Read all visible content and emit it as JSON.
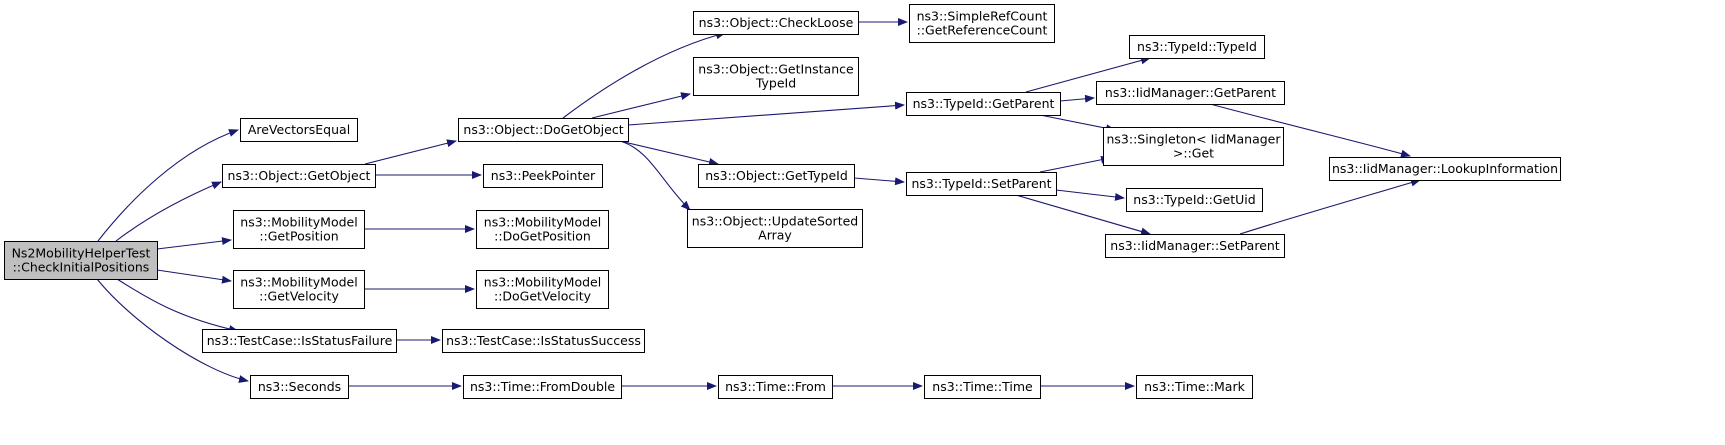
{
  "colors": {
    "edge": "#191970",
    "node_border": "#000000",
    "node_fill": "#ffffff",
    "root_fill": "#bfbfbf"
  },
  "nodes": [
    {
      "id": "root",
      "lines": [
        "Ns2MobilityHelperTest",
        "::CheckInitialPositions"
      ],
      "root": true
    },
    {
      "id": "areVectorsEqual",
      "lines": [
        "AreVectorsEqual"
      ]
    },
    {
      "id": "getObject",
      "lines": [
        "ns3::Object::GetObject"
      ]
    },
    {
      "id": "getPosition",
      "lines": [
        "ns3::MobilityModel",
        "::GetPosition"
      ]
    },
    {
      "id": "getVelocity",
      "lines": [
        "ns3::MobilityModel",
        "::GetVelocity"
      ]
    },
    {
      "id": "isStatusFailure",
      "lines": [
        "ns3::TestCase::IsStatusFailure"
      ]
    },
    {
      "id": "seconds",
      "lines": [
        "ns3::Seconds"
      ]
    },
    {
      "id": "doGetObject",
      "lines": [
        "ns3::Object::DoGetObject"
      ]
    },
    {
      "id": "peekPointer",
      "lines": [
        "ns3::PeekPointer"
      ]
    },
    {
      "id": "doGetPosition",
      "lines": [
        "ns3::MobilityModel",
        "::DoGetPosition"
      ]
    },
    {
      "id": "doGetVelocity",
      "lines": [
        "ns3::MobilityModel",
        "::DoGetVelocity"
      ]
    },
    {
      "id": "isStatusSuccess",
      "lines": [
        "ns3::TestCase::IsStatusSuccess"
      ]
    },
    {
      "id": "fromDouble",
      "lines": [
        "ns3::Time::FromDouble"
      ]
    },
    {
      "id": "checkLoose",
      "lines": [
        "ns3::Object::CheckLoose"
      ]
    },
    {
      "id": "getInstanceTypeId",
      "lines": [
        "ns3::Object::GetInstance",
        "TypeId"
      ]
    },
    {
      "id": "objGetTypeId",
      "lines": [
        "ns3::Object::GetTypeId"
      ]
    },
    {
      "id": "updateSortedArray",
      "lines": [
        "ns3::Object::UpdateSorted",
        "Array"
      ]
    },
    {
      "id": "timeFrom",
      "lines": [
        "ns3::Time::From"
      ]
    },
    {
      "id": "getReferenceCount",
      "lines": [
        "ns3::SimpleRefCount",
        "::GetReferenceCount"
      ]
    },
    {
      "id": "typeIdGetParent",
      "lines": [
        "ns3::TypeId::GetParent"
      ]
    },
    {
      "id": "typeIdSetParent",
      "lines": [
        "ns3::TypeId::SetParent"
      ]
    },
    {
      "id": "timeTime",
      "lines": [
        "ns3::Time::Time"
      ]
    },
    {
      "id": "typeIdTypeId",
      "lines": [
        "ns3::TypeId::TypeId"
      ]
    },
    {
      "id": "iidGetParent",
      "lines": [
        "ns3::IidManager::GetParent"
      ]
    },
    {
      "id": "singletonGet",
      "lines": [
        "ns3::Singleton< IidManager",
        ">::Get"
      ]
    },
    {
      "id": "typeIdGetUid",
      "lines": [
        "ns3::TypeId::GetUid"
      ]
    },
    {
      "id": "iidSetParent",
      "lines": [
        "ns3::IidManager::SetParent"
      ]
    },
    {
      "id": "timeMark",
      "lines": [
        "ns3::Time::Mark"
      ]
    },
    {
      "id": "lookupInformation",
      "lines": [
        "ns3::IidManager::LookupInformation"
      ]
    }
  ],
  "edges": [
    {
      "from": "root",
      "to": "areVectorsEqual"
    },
    {
      "from": "root",
      "to": "getObject"
    },
    {
      "from": "root",
      "to": "getPosition"
    },
    {
      "from": "root",
      "to": "getVelocity"
    },
    {
      "from": "root",
      "to": "isStatusFailure"
    },
    {
      "from": "root",
      "to": "seconds"
    },
    {
      "from": "getObject",
      "to": "doGetObject"
    },
    {
      "from": "getObject",
      "to": "peekPointer"
    },
    {
      "from": "getPosition",
      "to": "doGetPosition"
    },
    {
      "from": "getVelocity",
      "to": "doGetVelocity"
    },
    {
      "from": "isStatusFailure",
      "to": "isStatusSuccess"
    },
    {
      "from": "seconds",
      "to": "fromDouble"
    },
    {
      "from": "doGetObject",
      "to": "checkLoose"
    },
    {
      "from": "doGetObject",
      "to": "getInstanceTypeId"
    },
    {
      "from": "doGetObject",
      "to": "typeIdGetParent"
    },
    {
      "from": "doGetObject",
      "to": "objGetTypeId"
    },
    {
      "from": "doGetObject",
      "to": "updateSortedArray"
    },
    {
      "from": "fromDouble",
      "to": "timeFrom"
    },
    {
      "from": "checkLoose",
      "to": "getReferenceCount"
    },
    {
      "from": "objGetTypeId",
      "to": "typeIdSetParent"
    },
    {
      "from": "timeFrom",
      "to": "timeTime"
    },
    {
      "from": "typeIdGetParent",
      "to": "typeIdTypeId"
    },
    {
      "from": "typeIdGetParent",
      "to": "iidGetParent"
    },
    {
      "from": "typeIdGetParent",
      "to": "singletonGet"
    },
    {
      "from": "typeIdSetParent",
      "to": "singletonGet"
    },
    {
      "from": "typeIdSetParent",
      "to": "typeIdGetUid"
    },
    {
      "from": "typeIdSetParent",
      "to": "iidSetParent"
    },
    {
      "from": "timeTime",
      "to": "timeMark"
    },
    {
      "from": "iidGetParent",
      "to": "lookupInformation"
    },
    {
      "from": "iidSetParent",
      "to": "lookupInformation"
    }
  ]
}
